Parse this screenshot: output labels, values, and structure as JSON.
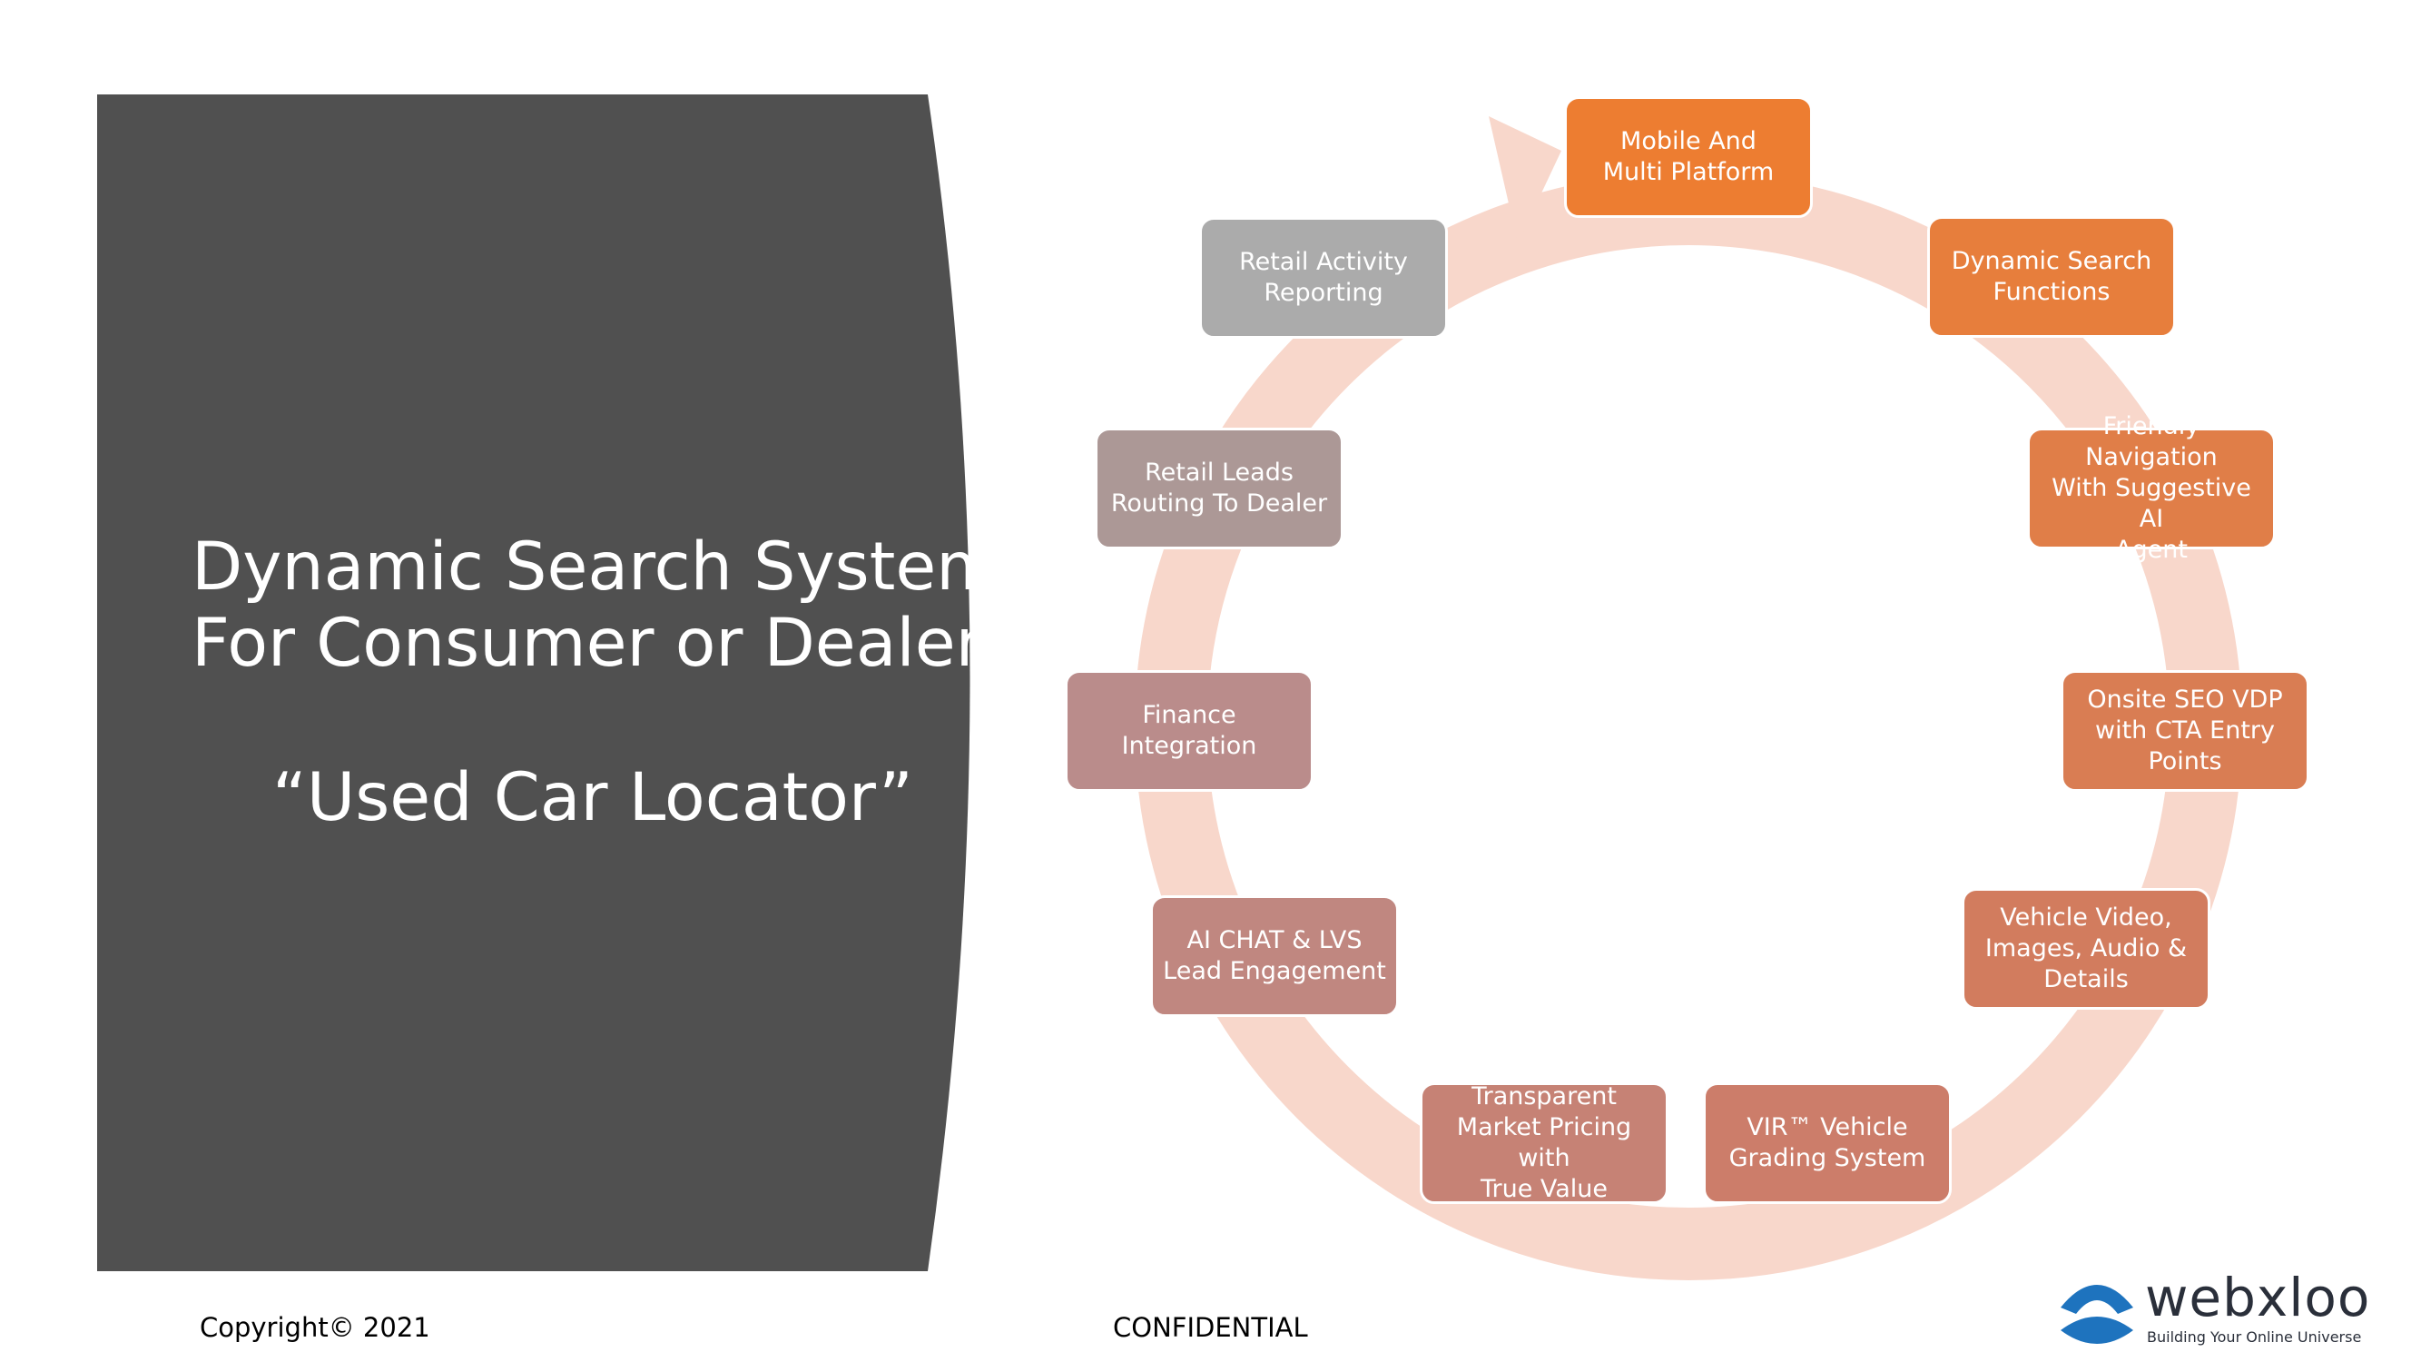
{
  "title": {
    "line1": "Dynamic Search System",
    "line2": "For Consumer or Dealer",
    "line3": "“Used Car Locator”"
  },
  "cycle": {
    "nodes": [
      {
        "label": "Mobile And\nMulti Platform",
        "color": "#ED7D31"
      },
      {
        "label": "Dynamic Search\nFunctions",
        "color": "#E77E3C"
      },
      {
        "label": "Friendly Navigation\nWith Suggestive AI\nAgent",
        "color": "#E07E48"
      },
      {
        "label": "Onsite SEO VDP\nwith CTA Entry\nPoints",
        "color": "#D97D53"
      },
      {
        "label": "Vehicle Video,\nImages, Audio &\nDetails",
        "color": "#D27C5E"
      },
      {
        "label": "VIR™  Vehicle\nGrading System",
        "color": "#CC7D6A"
      },
      {
        "label": "Transparent\nMarket Pricing with\nTrue Value",
        "color": "#C68275"
      },
      {
        "label": "AI CHAT & LVS\nLead Engagement",
        "color": "#C08780"
      },
      {
        "label": "Finance Integration",
        "color": "#BA8C8B"
      },
      {
        "label": "Retail Leads\nRouting To Dealer",
        "color": "#AC9896"
      },
      {
        "label": "Retail Activity\nReporting",
        "color": "#ABABAB"
      }
    ],
    "ring_color": "#F8D7CB"
  },
  "footer": {
    "copyright": "Copyright© 2021",
    "confidential": "CONFIDENTIAL"
  },
  "logo": {
    "name": "webxloo",
    "tagline": "Building Your Online Universe",
    "color": "#1E73BE"
  },
  "colors": {
    "panel": "#505050"
  }
}
